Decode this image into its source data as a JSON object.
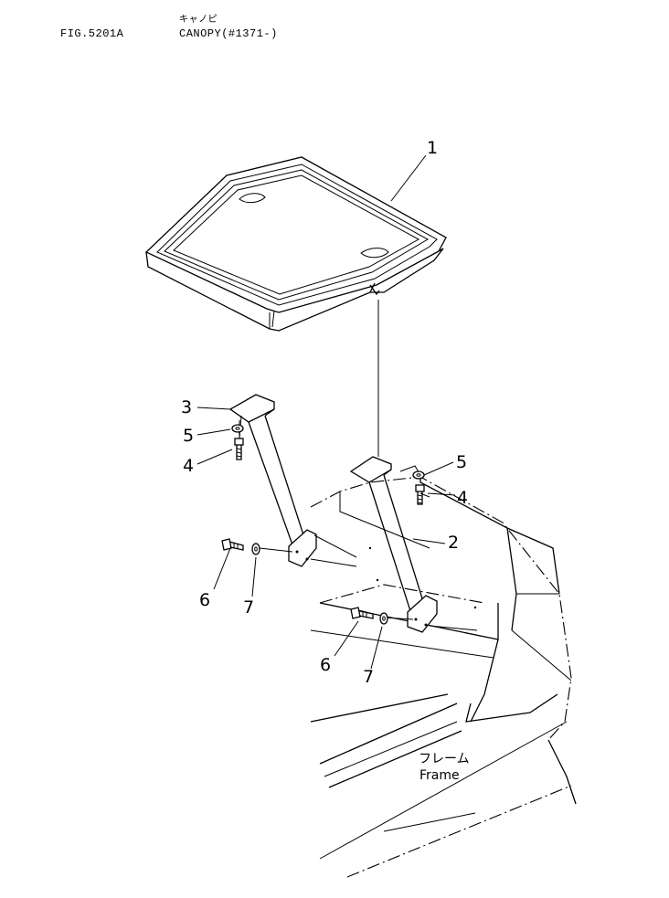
{
  "header": {
    "figure_number": "FIG.5201A",
    "title_japanese": "キャノピ",
    "title_english": "CANOPY(#1371-)"
  },
  "callouts": {
    "c1": "1",
    "c2": "2",
    "c3": "3",
    "c4_left": "4",
    "c4_right": "4",
    "c5_left": "5",
    "c5_right": "5",
    "c6_left": "6",
    "c6_right": "6",
    "c7_left": "7",
    "c7_right": "7"
  },
  "frame_label": {
    "japanese": "フレーム",
    "english": "Frame"
  }
}
